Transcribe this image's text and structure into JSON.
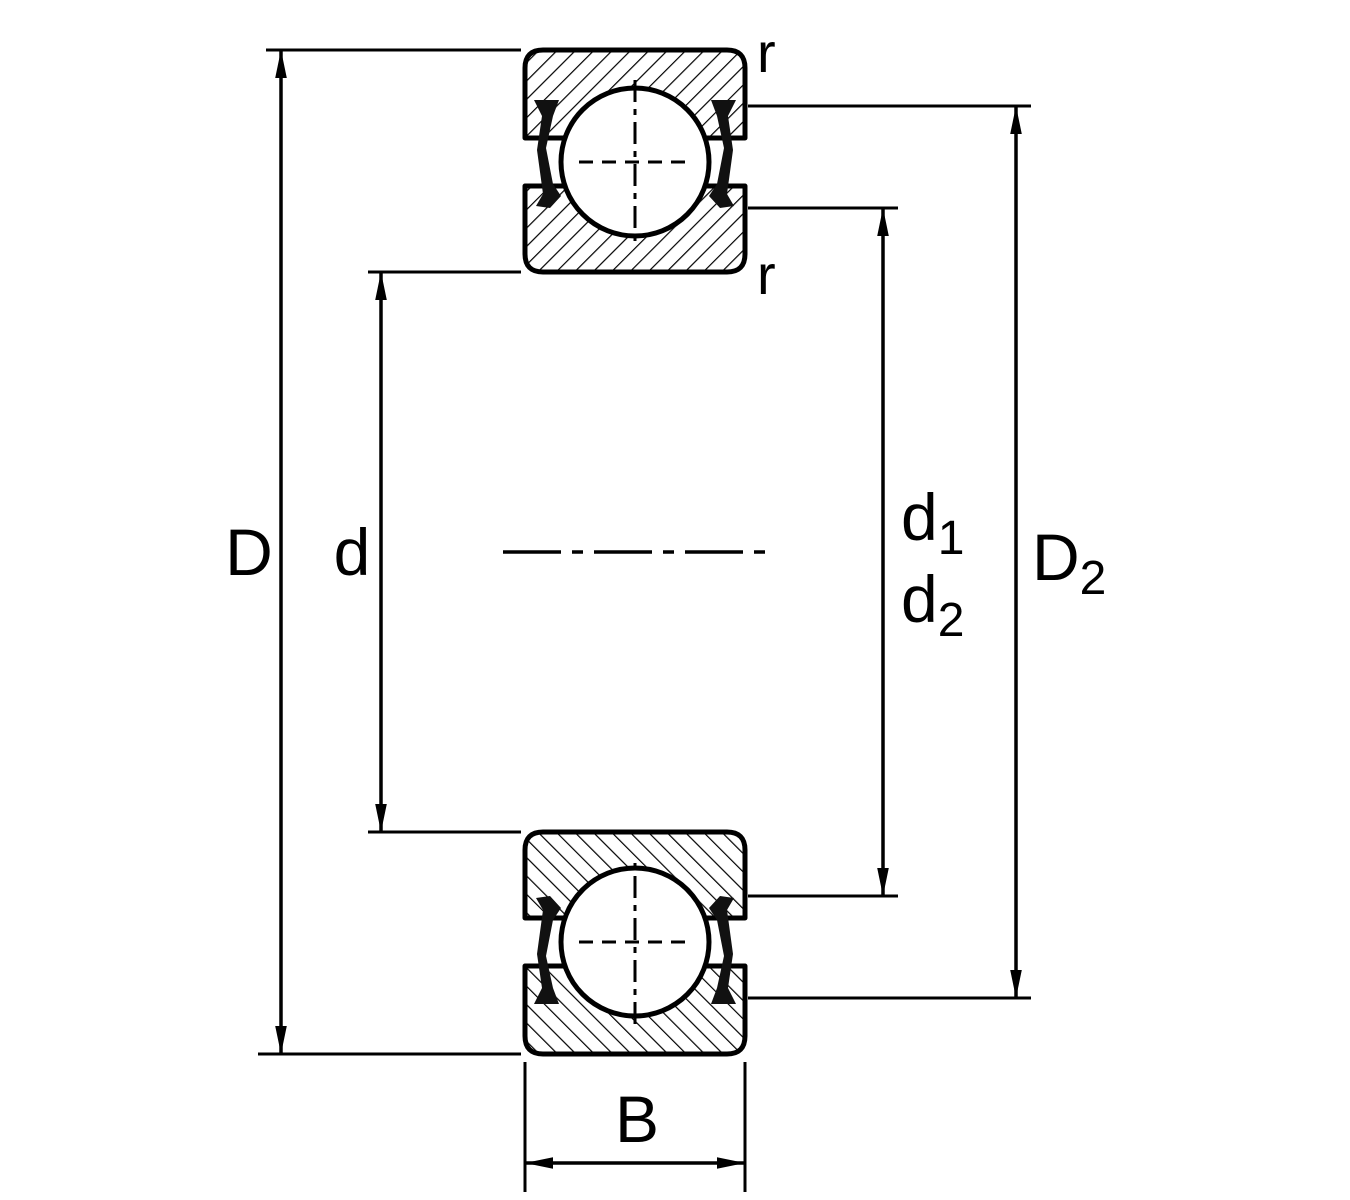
{
  "drawing": {
    "name": "Deep groove ball bearing sealed cross-section technical drawing",
    "labels": {
      "D": "D",
      "d": "d",
      "d1": {
        "base": "d",
        "sub": "1"
      },
      "d2": {
        "base": "d",
        "sub": "2"
      },
      "D2": {
        "base": "D",
        "sub": "2"
      },
      "B": "B",
      "r_upper": "r",
      "r_lower": "r"
    },
    "colors": {
      "line": "#000000",
      "background": "#ffffff",
      "seal_fill": "#111111"
    }
  }
}
